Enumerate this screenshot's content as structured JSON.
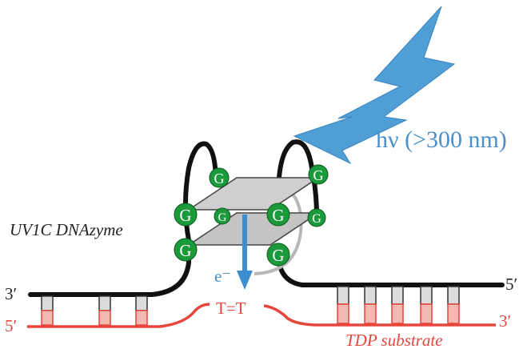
{
  "labels": {
    "light": "hν (>300 nm)",
    "enzyme": "UV1C DNAzyme",
    "substrate": "TDP substrate",
    "dimer": "T=T",
    "electron": "e⁻",
    "top_left_end": "3′",
    "top_right_end": "5′",
    "bottom_left_end": "5′",
    "bottom_right_end": "3′"
  },
  "guanine": "G",
  "colors": {
    "strand_black": "#111111",
    "strand_red": "#e8453c",
    "lightning": "#4f9fd6",
    "label_blue": "#4a8fc9",
    "guanine": "#1a9a3a",
    "plane": "#c9c9c9",
    "arrow": "#3b8fd1"
  }
}
